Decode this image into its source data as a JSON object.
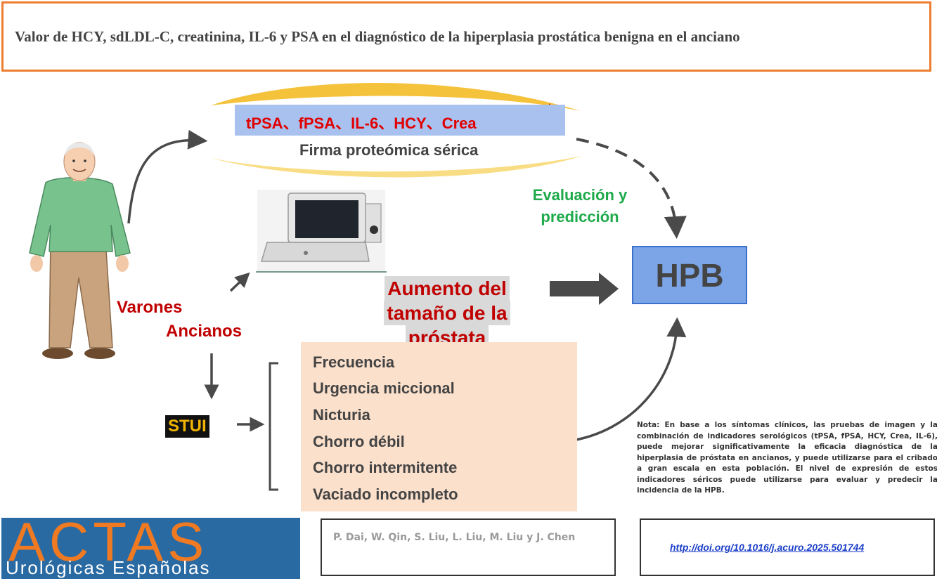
{
  "title": "Valor de HCY, sdLDL-C, creatinina, IL-6 y PSA en el diagnóstico de la hiperplasia prostática benigna en el anciano",
  "biomarkers": "tPSA、fPSA、IL-6、HCY、Crea",
  "biomarker_trend_icon": "up-arrow-icon",
  "signature_label": "Firma proteómica sérica",
  "evaluation_label": {
    "line1": "Evaluación y",
    "line2": "predicción"
  },
  "outcome": "HPB",
  "imaging_finding": {
    "line1": "Aumento del",
    "line2": "tamaño de la",
    "line3": "próstata"
  },
  "population": {
    "line1": "Varones",
    "line2": "Ancianos"
  },
  "luts_label": "STUI",
  "symptoms": [
    "Frecuencia",
    "Urgencia miccional",
    "Nicturia",
    "Chorro débil",
    "Chorro intermitente",
    "Vaciado incompleto"
  ],
  "note": "Nota: En base a los síntomas clínicos, las pruebas de imagen y la combinación de indicadores serológicos (tPSA, fPSA, HCY, Crea, IL-6), puede mejorar significativamente la eficacia diagnóstica de la hiperplasia de próstata en ancianos, y puede utilizarse para el cribado a gran escala en esta población. El nivel de expresión de estos indicadores séricos puede utilizarse para evaluar y predecir la incidencia de la HPB.",
  "journal_logo": {
    "name": "ACTAS",
    "subtitle": "Urológicas Españolas"
  },
  "authors": "P. Dai, W. Qin, S. Liu, L. Liu, M. Liu y J. Chen",
  "doi": "http://doi.org/10.1016/j.acuro.2025.501744",
  "colors": {
    "title_border": "#ed7d31",
    "biomarker_bar": "#a9c1ef",
    "biomarker_text": "#e00000",
    "evaluation_text": "#1eaa4a",
    "hpb_box": "#7ba5e6",
    "symptom_box": "#fbe0cc",
    "logo_background": "#2a6aa3",
    "logo_text": "#f07a22"
  }
}
